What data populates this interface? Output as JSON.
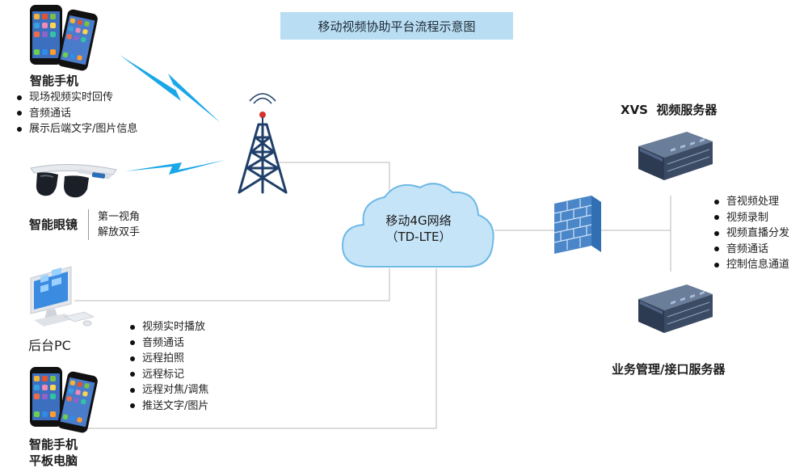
{
  "title": "移动视频协助平台流程示意图",
  "network": {
    "name": "移动4G网络",
    "sub": "（TD-LTE）"
  },
  "smartphone": {
    "label": "智能手机",
    "features": [
      "现场视频实时回传",
      "音频通话",
      "展示后端文字/图片信息"
    ]
  },
  "glasses": {
    "label": "智能眼镜",
    "features": [
      "第一视角",
      "解放双手"
    ]
  },
  "pc": {
    "label": "后台PC"
  },
  "pc_features": [
    "视频实时播放",
    "音频通话",
    "远程拍照",
    "远程标记",
    "远程对焦/调焦",
    "推送文字/图片"
  ],
  "tablet": {
    "label_line1": "智能手机",
    "label_line2": "平板电脑"
  },
  "xvs_server": {
    "label": "XVS  视频服务器",
    "features": [
      "音视频处理",
      "视频录制",
      "视频直播分发",
      "音频通话",
      "控制信息通道"
    ]
  },
  "biz_server": {
    "label": "业务管理/接口服务器"
  },
  "colors": {
    "title_bg": "#b9def3",
    "cloud": "#c5e4f8",
    "lightning": "#1aa7e8",
    "tower": "#1f3f6a",
    "firewall": "#4a86c8",
    "server": "#3b4b64"
  }
}
